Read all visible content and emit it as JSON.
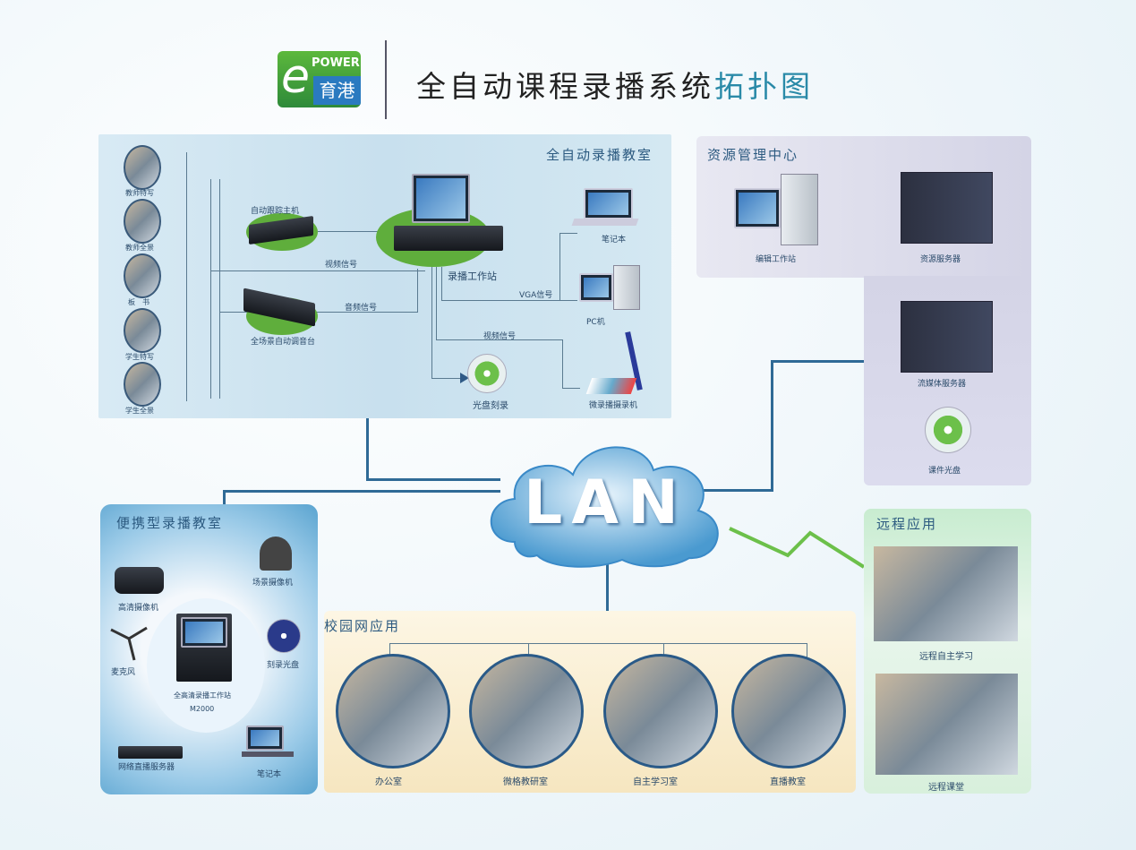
{
  "header": {
    "logo_text": "POWER",
    "logo_brand": "育港",
    "title_main": "全自动课程录播系统",
    "title_accent": "拓扑图",
    "accent_color": "#2a8aa8"
  },
  "auto_room": {
    "title": "全自动录播教室",
    "cameras": [
      "教师特写",
      "教师全景",
      "板　书",
      "学生特写",
      "学生全景"
    ],
    "tracking_host": "自动跟踪主机",
    "mixer": "全场景自动调音台",
    "workstation": "录播工作站",
    "video_signal": "视频信号",
    "audio_signal": "音频信号",
    "vga_signal": "VGA信号",
    "video_signal2": "视频信号",
    "laptop": "笔记本",
    "pc": "PC机",
    "disc_burn": "光盘刻录",
    "micro_recorder": "微录播摄录机"
  },
  "resource_center": {
    "title": "资源管理中心",
    "edit_station": "编辑工作站",
    "resource_server": "资源服务器",
    "streaming_server": "流媒体服务器",
    "course_disc": "课件光盘"
  },
  "lan": {
    "label": "LAN"
  },
  "portable_room": {
    "title": "便携型录播教室",
    "hd_camera": "高清摄像机",
    "scene_camera": "场景摄像机",
    "microphone": "麦克风",
    "burn_disc": "刻录光盘",
    "workstation": "全高清录播工作站",
    "model": "M2000",
    "stream_server": "网络直播服务器",
    "laptop": "笔记本"
  },
  "campus": {
    "title": "校园网应用",
    "items": [
      "办公室",
      "微格教研室",
      "自主学习室",
      "直播教室"
    ]
  },
  "remote": {
    "title": "远程应用",
    "items": [
      "远程自主学习",
      "远程课堂"
    ]
  }
}
